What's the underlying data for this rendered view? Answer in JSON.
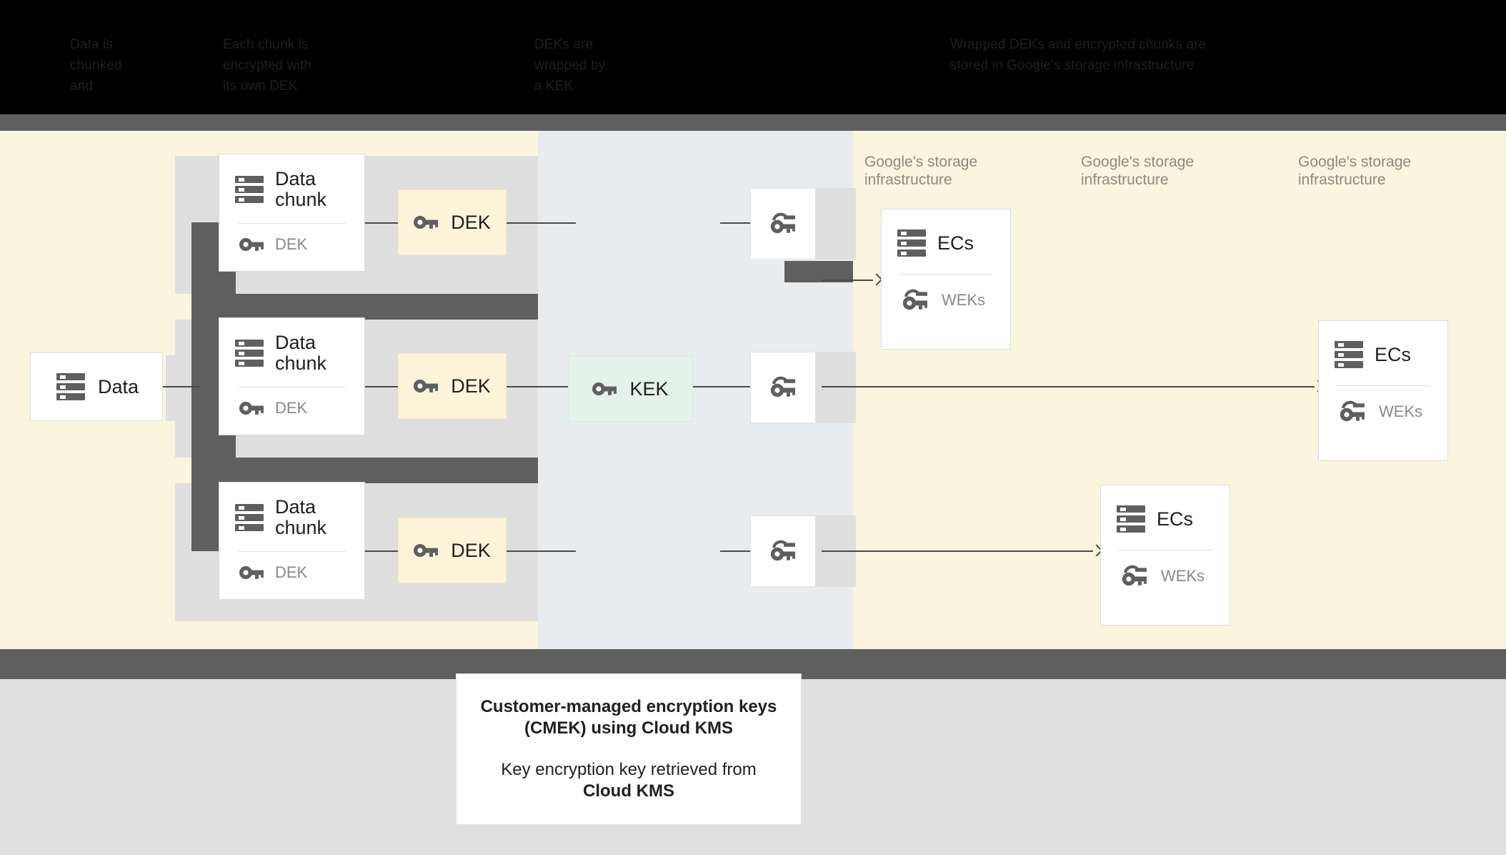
{
  "topband": {
    "col1": "Data is\nchunked\nand",
    "col2": "Each chunk is\nencrypted with\nits own DEK",
    "col3": "DEKs are\nwrapped by\na KEK",
    "col4": "Wrapped DEKs and encrypted chunks are\nstored in Google's storage infrastructure"
  },
  "source": {
    "label": "Data",
    "icon": "server-icon"
  },
  "chunks": [
    {
      "title": "Data\nchunk",
      "key_label": "DEK",
      "key_icon": "key-icon",
      "icon": "server-icon"
    },
    {
      "title": "Data\nchunk",
      "key_label": "DEK",
      "key_icon": "key-icon",
      "icon": "server-icon"
    },
    {
      "title": "Data\nchunk",
      "key_label": "DEK",
      "key_icon": "key-icon",
      "icon": "server-icon"
    }
  ],
  "deks": [
    {
      "label": "DEK",
      "icon": "key-icon"
    },
    {
      "label": "DEK",
      "icon": "key-icon"
    },
    {
      "label": "DEK",
      "icon": "key-icon"
    }
  ],
  "kek": {
    "label": "KEK",
    "icon": "key-icon"
  },
  "weks": [
    {
      "icon": "wrapped-key-icon"
    },
    {
      "icon": "wrapped-key-icon"
    },
    {
      "icon": "wrapped-key-icon"
    }
  ],
  "storage_columns": [
    {
      "caption": "Google's storage\ninfrastructure"
    },
    {
      "caption": "Google's storage\ninfrastructure"
    },
    {
      "caption": "Google's storage\ninfrastructure"
    }
  ],
  "ec_boxes": [
    {
      "title": "ECs",
      "key_label": "WEKs",
      "icon": "server-icon",
      "key_icon": "wrapped-key-icon"
    },
    {
      "title": "ECs",
      "key_label": "WEKs",
      "icon": "server-icon",
      "key_icon": "wrapped-key-icon"
    },
    {
      "title": "ECs",
      "key_label": "WEKs",
      "icon": "server-icon",
      "key_icon": "wrapped-key-icon"
    }
  ],
  "caption": {
    "title_line1": "Customer-managed encryption keys",
    "title_line2": "(CMEK) using Cloud KMS",
    "note_line1": "Key encryption key retrieved from",
    "note_line2": "Cloud KMS"
  },
  "colors": {
    "cream": "#fbf4de",
    "blue_grey": "#e8ecee",
    "dek_fill": "#fdf3d8",
    "kek_fill": "#e3f2ea",
    "dark_grey": "#5f5f5f",
    "light_slab": "#dfdfdf",
    "icon_grey": "#5f5f5f"
  }
}
